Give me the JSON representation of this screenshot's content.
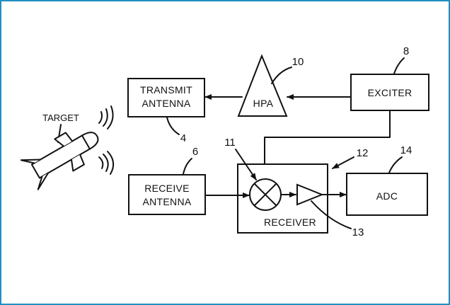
{
  "blocks": {
    "target": "TARGET",
    "transmit_antenna": {
      "line1": "TRANSMIT",
      "line2": "ANTENNA"
    },
    "hpa": "HPA",
    "exciter": "EXCITER",
    "receive_antenna": {
      "line1": "RECEIVE",
      "line2": "ANTENNA"
    },
    "receiver": "RECEIVER",
    "adc": "ADC"
  },
  "numerals": {
    "exciter": "8",
    "hpa": "10",
    "transmit_antenna": "4",
    "receive_antenna": "6",
    "mixer": "11",
    "receiver": "12",
    "amplifier": "13",
    "adc": "14"
  },
  "colors": {
    "frame": "#1f8fc0",
    "ink": "#111111",
    "background": "#ffffff"
  }
}
